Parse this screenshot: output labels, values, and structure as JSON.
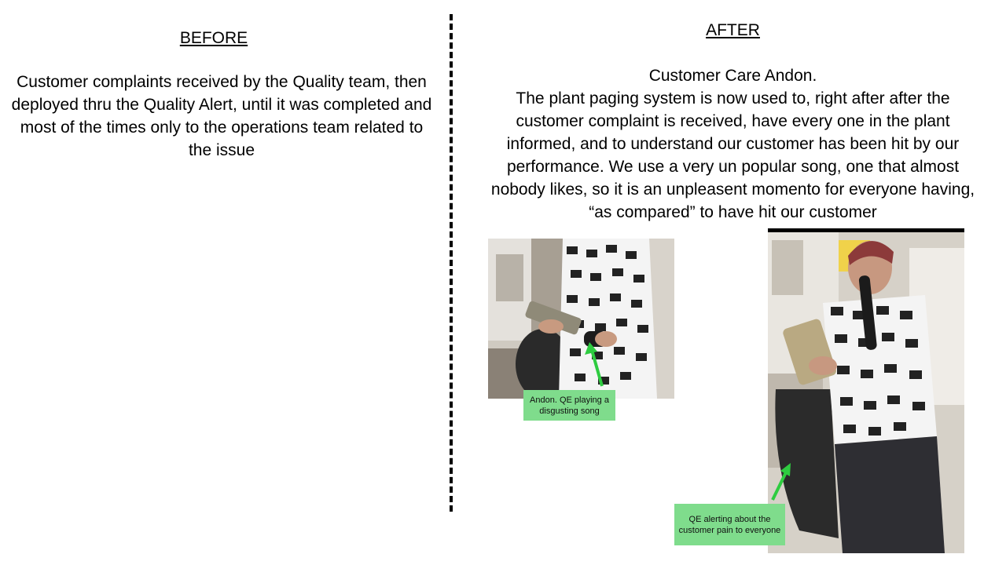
{
  "before": {
    "heading": "BEFORE",
    "text": "Customer complaints received by the Quality team, then deployed thru the Quality Alert, until it was completed and most of the times only to  the operations team related to the issue"
  },
  "after": {
    "heading": "AFTER",
    "subtitle": "Customer Care Andon.",
    "text": "The plant paging system is now used to, right after after the customer complaint is received, have every one in the plant informed, and to understand our customer has been hit by our performance. We use a very un popular song, one that almost nobody likes, so it is an unpleasent momento for everyone having, “as compared” to have hit our customer"
  },
  "photos": {
    "left_callout": "Andon. QE playing a disgusting song",
    "right_callout": "QE alerting about the customer pain to everyone"
  },
  "colors": {
    "callout_bg": "#7fdc8c",
    "arrow": "#2ecc40"
  }
}
